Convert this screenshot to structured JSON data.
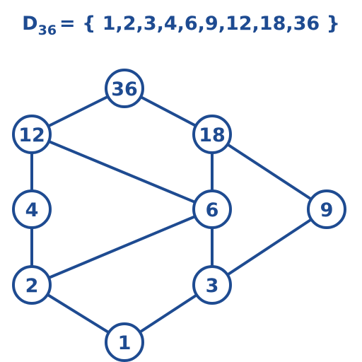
{
  "title": {
    "set_letter": "D",
    "subscript": "36",
    "definition": "= { 1,2,3,4,6,9,12,18,36 }"
  },
  "colors": {
    "primary": "#1e4b91",
    "background": "#ffffff"
  },
  "nodes": [
    {
      "id": "n36",
      "label": "36"
    },
    {
      "id": "n12",
      "label": "12"
    },
    {
      "id": "n18",
      "label": "18"
    },
    {
      "id": "n4",
      "label": "4"
    },
    {
      "id": "n6",
      "label": "6"
    },
    {
      "id": "n9",
      "label": "9"
    },
    {
      "id": "n2",
      "label": "2"
    },
    {
      "id": "n3",
      "label": "3"
    },
    {
      "id": "n1",
      "label": "1"
    }
  ],
  "edges": [
    {
      "from": "n36",
      "to": "n12"
    },
    {
      "from": "n36",
      "to": "n18"
    },
    {
      "from": "n12",
      "to": "n4"
    },
    {
      "from": "n12",
      "to": "n6"
    },
    {
      "from": "n18",
      "to": "n6"
    },
    {
      "from": "n18",
      "to": "n9"
    },
    {
      "from": "n4",
      "to": "n2"
    },
    {
      "from": "n6",
      "to": "n2"
    },
    {
      "from": "n6",
      "to": "n3"
    },
    {
      "from": "n9",
      "to": "n3"
    },
    {
      "from": "n2",
      "to": "n1"
    },
    {
      "from": "n3",
      "to": "n1"
    }
  ]
}
